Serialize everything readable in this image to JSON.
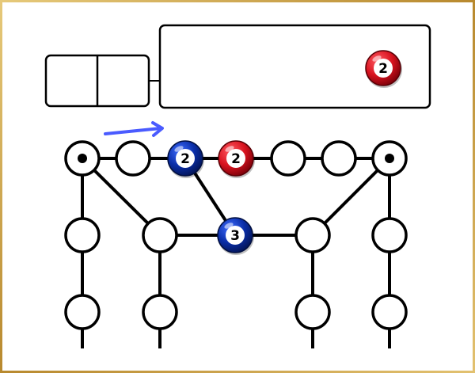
{
  "colors": {
    "frame_gold": "#c9a24a",
    "frame_gold_dark": "#8a6a22",
    "board_line": "#000000",
    "node_fill": "#ffffff",
    "arrow_blue": "#4a5bff",
    "red_ball": "#d8131f",
    "blue_ball": "#0a2ea8",
    "ball_face": "#ffffff"
  },
  "queue": {
    "upcoming_ball": {
      "number": "2",
      "color": "red"
    }
  },
  "board": {
    "nodes": [
      {
        "id": "n0",
        "kind": "endpoint"
      },
      {
        "id": "n1",
        "kind": "empty"
      },
      {
        "id": "n2",
        "kind": "ball",
        "ball": {
          "number": "2",
          "color": "blue"
        }
      },
      {
        "id": "n3",
        "kind": "ball",
        "ball": {
          "number": "2",
          "color": "red"
        }
      },
      {
        "id": "n4",
        "kind": "empty"
      },
      {
        "id": "n5",
        "kind": "empty"
      },
      {
        "id": "n6",
        "kind": "endpoint"
      },
      {
        "id": "n7",
        "kind": "empty"
      },
      {
        "id": "n8",
        "kind": "empty"
      },
      {
        "id": "n9",
        "kind": "ball",
        "ball": {
          "number": "3",
          "color": "blue"
        }
      },
      {
        "id": "n10",
        "kind": "empty"
      },
      {
        "id": "n11",
        "kind": "empty"
      },
      {
        "id": "n12",
        "kind": "empty"
      },
      {
        "id": "n13",
        "kind": "empty"
      },
      {
        "id": "n14",
        "kind": "empty"
      },
      {
        "id": "n15",
        "kind": "empty"
      }
    ],
    "direction_indicator": "arrow-right-icon"
  }
}
